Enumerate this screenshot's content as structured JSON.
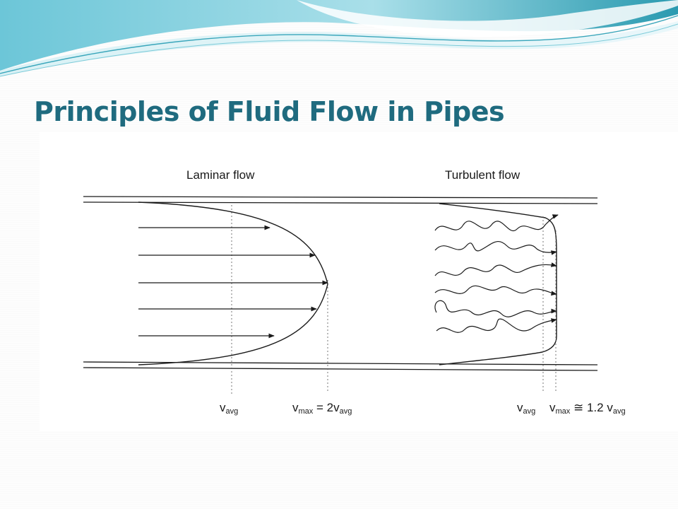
{
  "slide": {
    "title": "Principles of Fluid Flow in Pipes"
  },
  "diagram": {
    "laminar_label": "Laminar flow",
    "turbulent_label": "Turbulent flow",
    "laminar_v_avg": {
      "base": "v",
      "sub": "avg"
    },
    "laminar_v_max": {
      "base": "v",
      "sub": "max",
      "rel": " = 2v",
      "rel_sub": "avg"
    },
    "turbulent_v_avg": {
      "base": "v",
      "sub": "avg"
    },
    "turbulent_v_max": {
      "base": "v",
      "sub": "max",
      "rel": " ≅ 1.2 v",
      "rel_sub": "avg"
    }
  },
  "colors": {
    "title": "#1f6b7f",
    "wave_dark": "#2a9ab0",
    "wave_light": "#bfe7ee",
    "ink": "#1a1a1a"
  }
}
